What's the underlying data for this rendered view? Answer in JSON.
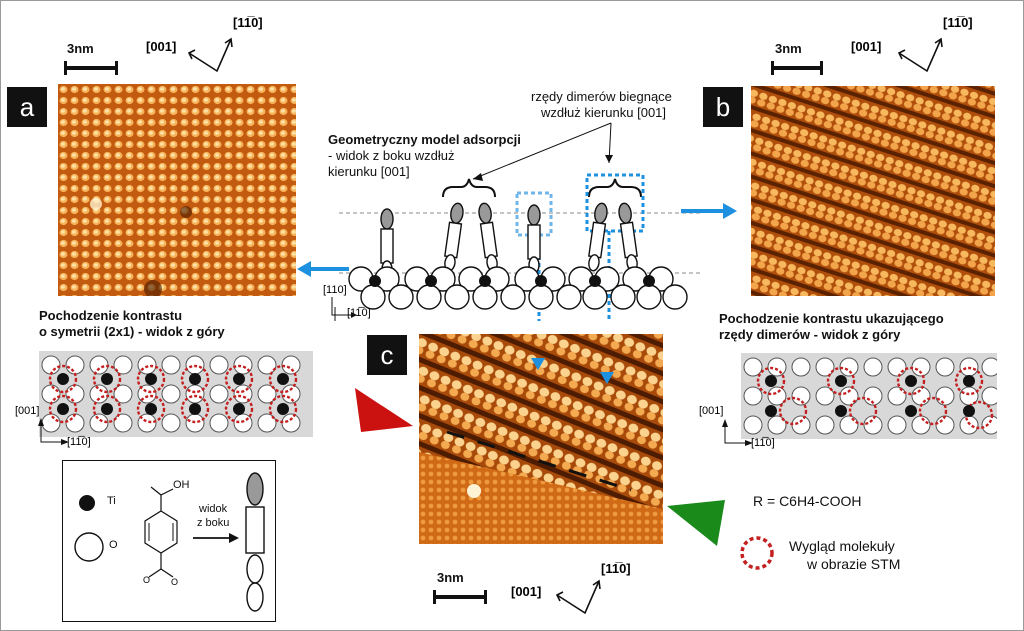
{
  "panels": {
    "a": {
      "letter": "a",
      "scale": "3nm",
      "dir_x": "[001]",
      "dir_y": "[11̅0]"
    },
    "b": {
      "letter": "b",
      "scale": "3nm",
      "dir_x": "[001]",
      "dir_y": "[11̅0]"
    },
    "c": {
      "letter": "c",
      "scale": "3nm",
      "dir_x": "[001]",
      "dir_y": "[11̅0]"
    }
  },
  "model": {
    "title_line1": "Geometryczny model adsorpcji",
    "title_line2": "- widok z boku wzdłuż",
    "title_line3": "kierunku [001]",
    "rows_line1": "rzędy dimerów biegnące",
    "rows_line2": "wzdłuż kierunku [001]",
    "axis_v": "[110]",
    "axis_h": "[11̅0]"
  },
  "left_caption": {
    "line1": "Pochodzenie kontrastu",
    "line2": "o symetrii (2x1) - widok z góry",
    "axis_v": "[001]",
    "axis_h": "[11̅0]"
  },
  "right_caption": {
    "line1": "Pochodzenie kontrastu ukazującego",
    "line2": "rzędy dimerów - widok z góry",
    "axis_v": "[001]",
    "axis_h": "[11̅0]"
  },
  "legend": {
    "ti": "Ti",
    "o": "O",
    "oh": "OH",
    "view_line1": "widok",
    "view_line2": "z boku"
  },
  "r_formula": "R = C6H4-COOH",
  "molecule_legend_line1": "Wygląd molekuły",
  "molecule_legend_line2": "w obrazie STM",
  "colors": {
    "stm_orange": "#e07a1c",
    "stm_light": "#f7c97a",
    "arrow_blue": "#1e90e0",
    "red": "#cc1111",
    "green": "#1a8a1a"
  }
}
